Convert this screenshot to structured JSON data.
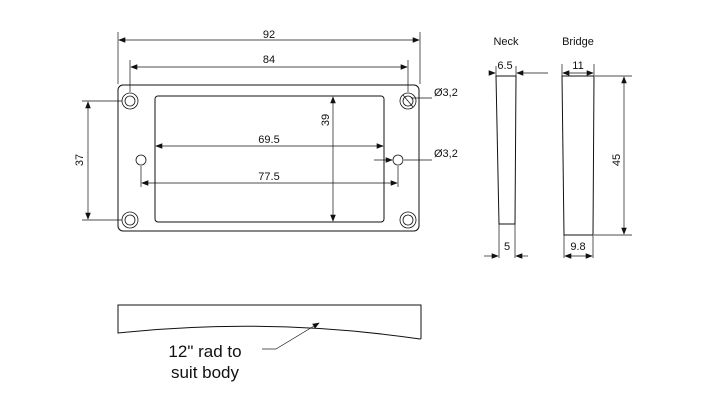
{
  "top_view": {
    "dim_overall_width": "92",
    "dim_hole_spacing": "84",
    "dim_inner_width": "69.5",
    "dim_side_hole_span": "77.5",
    "dim_overall_height": "37",
    "dim_inner_height": "39",
    "dim_corner_hole_dia": "Ø3,2",
    "dim_side_hole_dia": "Ø3,2"
  },
  "side_views": {
    "neck_label": "Neck",
    "bridge_label": "Bridge",
    "neck_top_thickness": "6.5",
    "neck_bottom_thickness": "5",
    "bridge_top_thickness": "11",
    "bridge_bottom_thickness": "9.8",
    "height": "45"
  },
  "profile_view": {
    "note_line1": "12\" rad to",
    "note_line2": "suit body"
  }
}
